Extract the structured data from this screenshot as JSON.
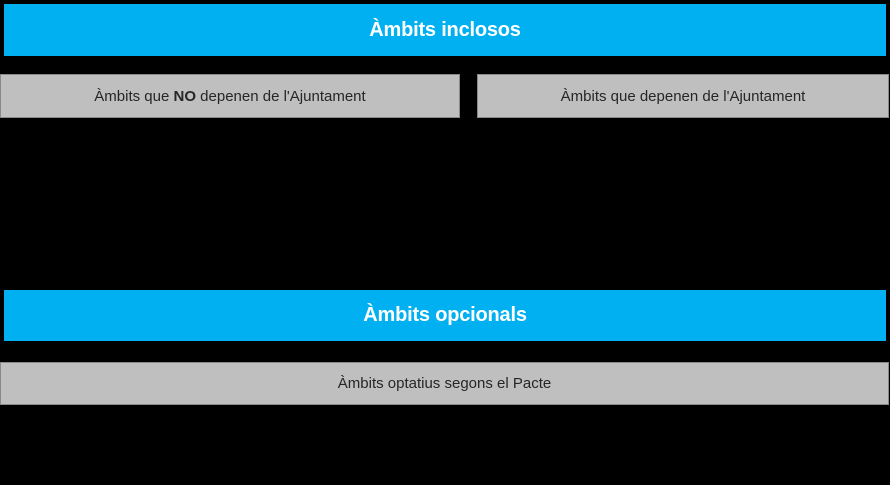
{
  "colors": {
    "accent_blue": "#00B0F0",
    "subheader_gray": "#BFBFBF",
    "background_black": "#000000",
    "title_text": "#FFFFFF",
    "subheader_text": "#262626"
  },
  "sections": {
    "inclosos": {
      "title": "Àmbits inclosos",
      "left_column": {
        "prefix": "Àmbits que ",
        "emphasis": "NO",
        "suffix": " depenen de l'Ajuntament"
      },
      "right_column": {
        "label": "Àmbits que depenen de l'Ajuntament"
      }
    },
    "opcionals": {
      "title": "Àmbits opcionals",
      "subheader": "Àmbits optatius segons el Pacte"
    }
  }
}
